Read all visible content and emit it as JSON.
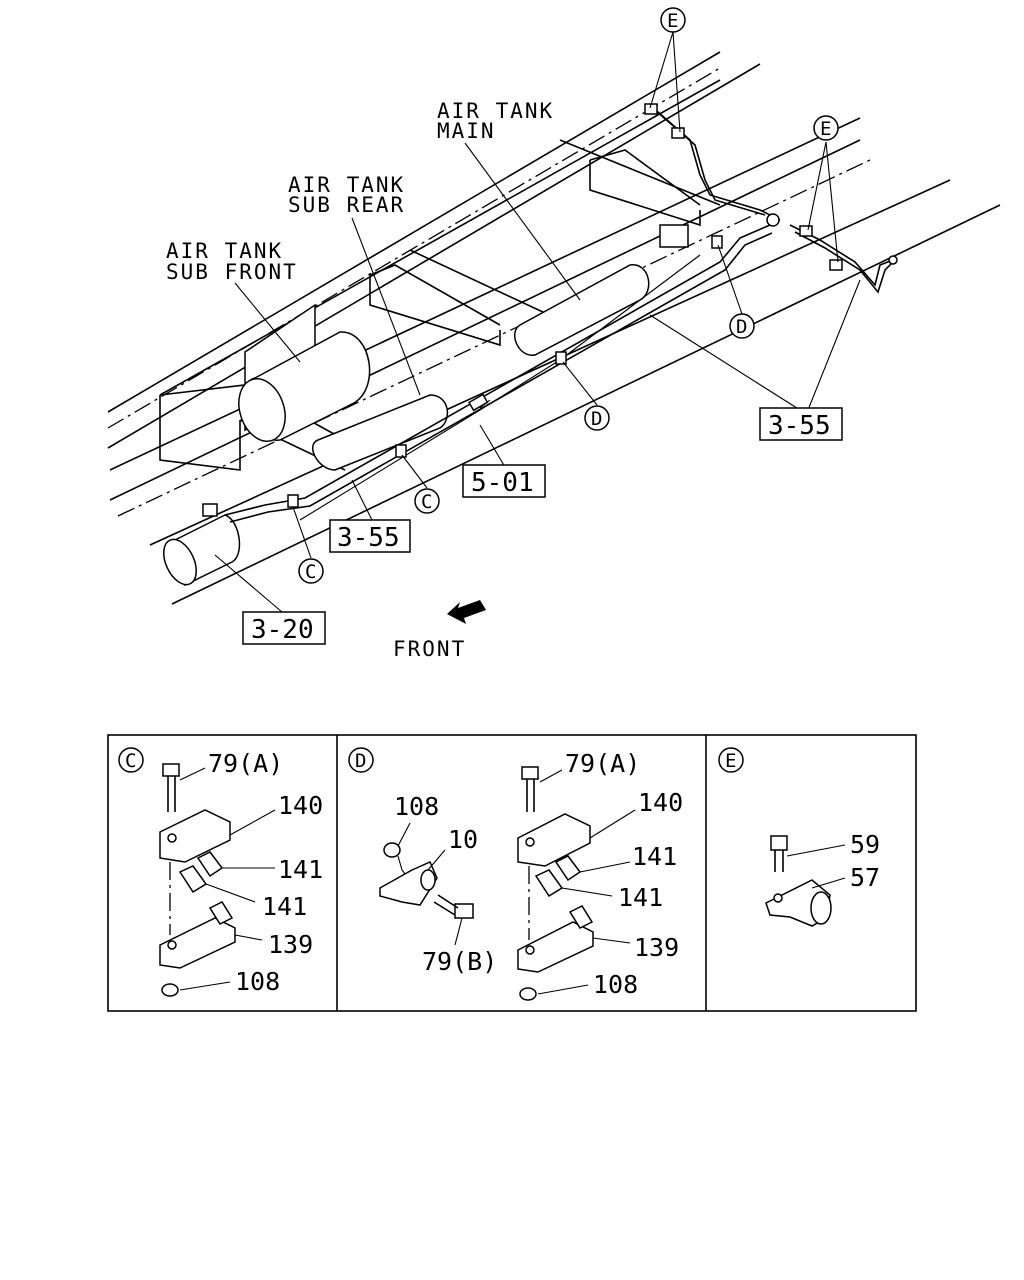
{
  "labels": {
    "air_tank_main": [
      "AIR TANK",
      "MAIN"
    ],
    "air_tank_sub_rear": [
      "AIR TANK",
      "SUB REAR"
    ],
    "air_tank_sub_front": [
      "AIR TANK",
      "SUB FRONT"
    ],
    "front": "FRONT"
  },
  "refs": {
    "r355_upper": "3-55",
    "r501": "5-01",
    "r355_lower": "3-55",
    "r320": "3-20"
  },
  "callouts": {
    "c": "C",
    "d": "D",
    "e": "E"
  },
  "panels": {
    "c": {
      "letter": "C",
      "parts": [
        "79(A)",
        "140",
        "141",
        "141",
        "139",
        "108"
      ]
    },
    "d": {
      "letter": "D",
      "parts": [
        "108",
        "10",
        "79(B)",
        "79(A)",
        "140",
        "141",
        "141",
        "139",
        "108"
      ]
    },
    "e": {
      "letter": "E",
      "parts": [
        "59",
        "57"
      ]
    }
  }
}
